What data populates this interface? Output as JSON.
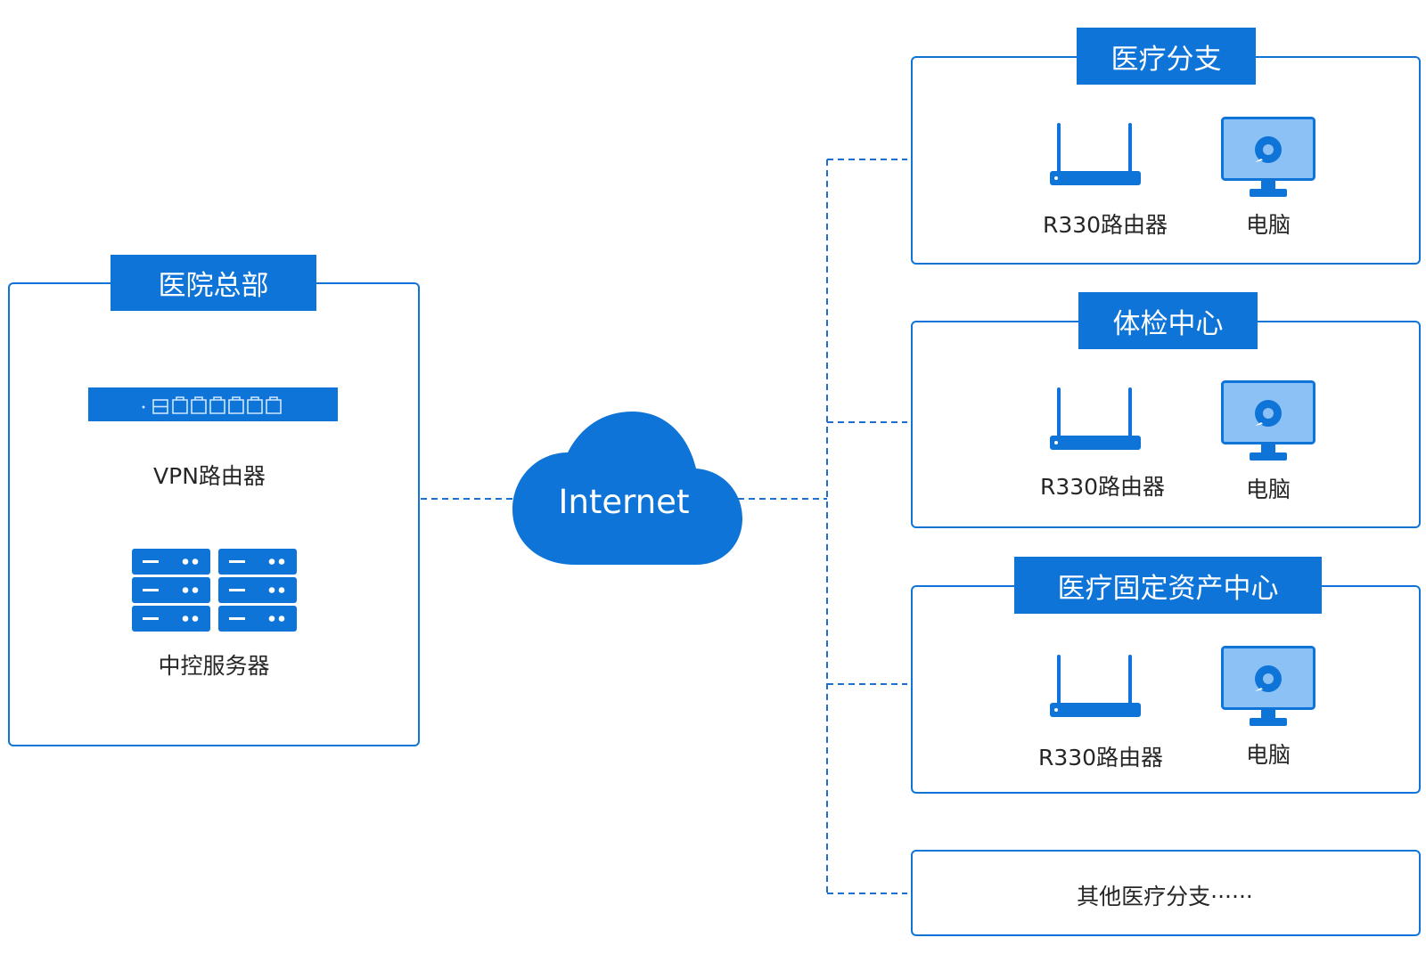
{
  "colors": {
    "accent": "#0e74d8",
    "line": "#1a6fd1",
    "text": "#262626",
    "screen": "#8cc1f5"
  },
  "headquarters": {
    "title": "医院总部",
    "vpn_router_label": "VPN路由器",
    "server_label": "中控服务器"
  },
  "internet": {
    "label": "Internet"
  },
  "branches": [
    {
      "title": "医疗分支",
      "router_label": "R330路由器",
      "computer_label": "电脑"
    },
    {
      "title": "体检中心",
      "router_label": "R330路由器",
      "computer_label": "电脑"
    },
    {
      "title": "医疗固定资产中心",
      "router_label": "R330路由器",
      "computer_label": "电脑"
    }
  ],
  "others": {
    "label": "其他医疗分支······"
  },
  "icons": [
    "vpn-router-icon",
    "server-rack-icon",
    "cloud-icon",
    "wifi-router-icon",
    "computer-monitor-icon"
  ]
}
